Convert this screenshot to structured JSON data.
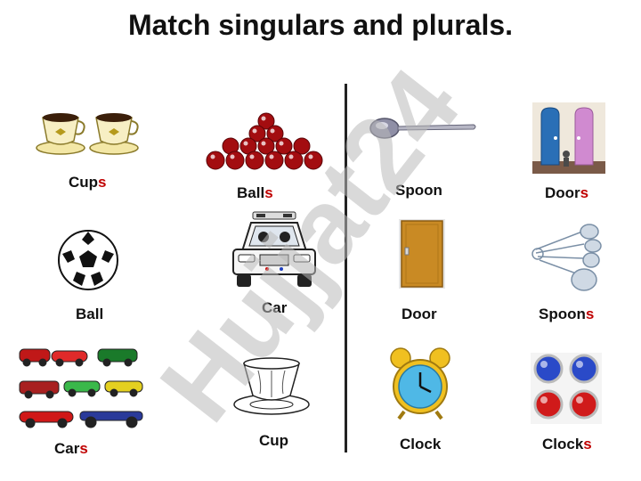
{
  "title": "Match singulars and plurals.",
  "watermark": "Hujjat24",
  "colors": {
    "suffix": "#c00000",
    "watermark": "#b9b9b9",
    "watermark_accent": "#c8b4f0"
  },
  "cards": {
    "cups": {
      "stem": "Cup",
      "suffix": "s",
      "icon": "teacups-icon"
    },
    "balls": {
      "stem": "Ball",
      "suffix": "s",
      "icon": "snooker-balls-icon"
    },
    "spoon": {
      "stem": "Spoon",
      "suffix": "",
      "icon": "spoon-icon"
    },
    "doors": {
      "stem": "Door",
      "suffix": "s",
      "icon": "two-doors-icon"
    },
    "ball": {
      "stem": "Ball",
      "suffix": "",
      "icon": "soccer-ball-icon"
    },
    "car": {
      "stem": "Car",
      "suffix": "",
      "icon": "police-car-icon"
    },
    "door": {
      "stem": "Door",
      "suffix": "",
      "icon": "door-icon"
    },
    "spoons": {
      "stem": "Spoon",
      "suffix": "s",
      "icon": "measuring-spoons-icon"
    },
    "cars": {
      "stem": "Car",
      "suffix": "s",
      "icon": "cars-collection-icon"
    },
    "cup": {
      "stem": "Cup",
      "suffix": "",
      "icon": "teacup-saucer-icon"
    },
    "clock": {
      "stem": "Clock",
      "suffix": "",
      "icon": "alarm-clock-icon"
    },
    "clocks": {
      "stem": "Clock",
      "suffix": "s",
      "icon": "buttons-icon"
    }
  }
}
